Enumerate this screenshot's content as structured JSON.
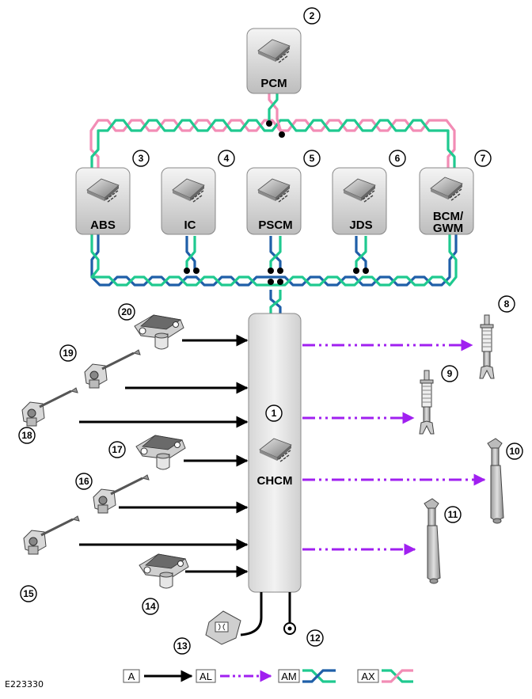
{
  "modules": {
    "pcm": "PCM",
    "abs": "ABS",
    "ic": "IC",
    "pscm": "PSCM",
    "jds": "JDS",
    "bcm_line1": "BCM/",
    "bcm_line2": "GWM",
    "chcm": "CHCM"
  },
  "callouts": [
    "1",
    "2",
    "3",
    "4",
    "5",
    "6",
    "7",
    "8",
    "9",
    "10",
    "11",
    "12",
    "13",
    "14",
    "15",
    "16",
    "17",
    "18",
    "19",
    "20"
  ],
  "legend": {
    "a": "A",
    "al": "AL",
    "am": "AM",
    "ax": "AX"
  },
  "figure_id": "E223330",
  "colors": {
    "hs_can_pink": "#f28cb5",
    "hs_can_green": "#1fc98f",
    "ms_can_blue": "#1f5fa8",
    "output_purple": "#a020f0",
    "signal_black": "#000000"
  }
}
